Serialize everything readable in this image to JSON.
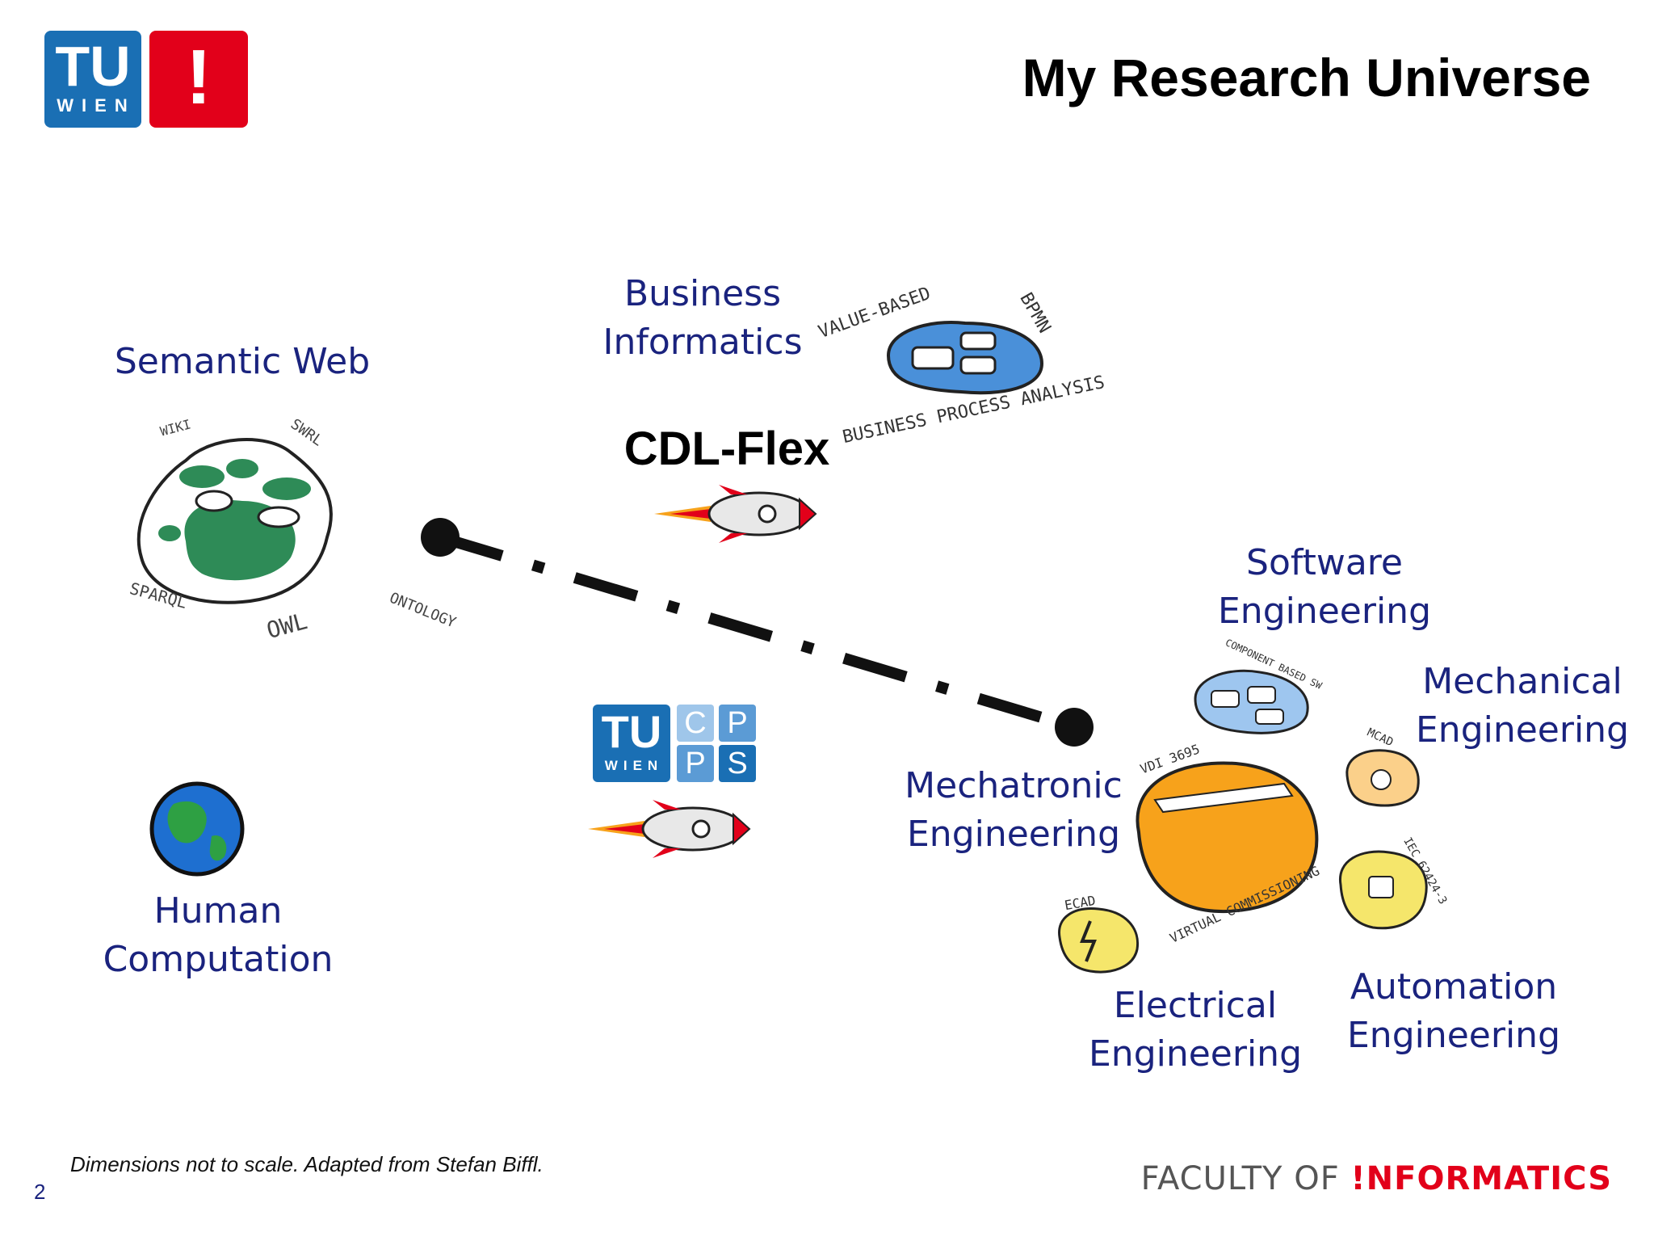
{
  "header": {
    "title": "My Research Universe",
    "logo": {
      "main": "TU",
      "sub": "WIEN",
      "mark": "!"
    }
  },
  "labels": {
    "semantic_web": "Semantic Web",
    "business_informatics": [
      "Business",
      "Informatics"
    ],
    "cdl_flex": "CDL-Flex",
    "software_engineering": [
      "Software",
      "Engineering"
    ],
    "mechanical_engineering": [
      "Mechanical",
      "Engineering"
    ],
    "mechatronic_engineering": [
      "Mechatronic",
      "Engineering"
    ],
    "human_computation": [
      "Human",
      "Computation"
    ],
    "electrical_engineering": [
      "Electrical",
      "Engineering"
    ],
    "automation_engineering": [
      "Automation",
      "Engineering"
    ]
  },
  "sketch_annotations": {
    "semantic_web": [
      "WIKI",
      "SWRL",
      "SPARQL",
      "OWL",
      "ONTOLOGY"
    ],
    "business": [
      "VALUE-BASED",
      "BPMN",
      "BUSINESS PROCESS ANALYSIS"
    ],
    "software": "COMPONENT BASED SW",
    "mechatronic": [
      "VDI 3695",
      "VIRTUAL COMMISSIONING"
    ],
    "mechanical": "MCAD",
    "automation": "IEC 62424-3",
    "electrical": "ECAD"
  },
  "cpps_logo": {
    "tu": "TU",
    "wien": "WIEN",
    "letters": [
      "C",
      "P",
      "P",
      "S"
    ]
  },
  "footer": {
    "note": "Dimensions not to scale. Adapted from Stefan Biffl.",
    "page_number": "2",
    "faculty_prefix": "FACULTY OF ",
    "faculty_name": "!NFORMATICS"
  },
  "colors": {
    "label_blue": "#1a237e",
    "tu_blue": "#1a6fb4",
    "tu_red": "#e2001a",
    "semantic_green": "#2e8b57",
    "business_blue": "#4a90d9",
    "mechatronic_orange": "#f7a21b",
    "automation_yellow": "#f5e66b"
  }
}
